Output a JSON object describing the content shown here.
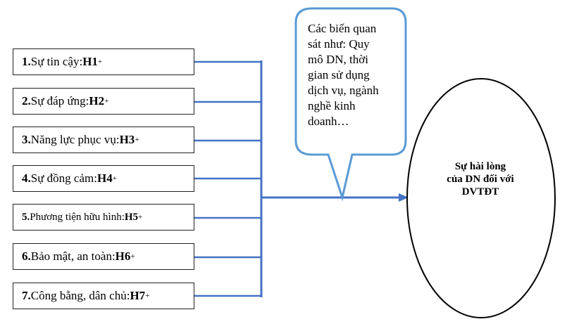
{
  "factors": [
    {
      "num": "1.",
      "label": " Sự tin cậy: ",
      "code": "H1",
      "sign": "+"
    },
    {
      "num": "2.",
      "label": " Sự đáp ứng: ",
      "code": "H2",
      "sign": "+"
    },
    {
      "num": "3.",
      "label": " Năng lực phục vụ: ",
      "code": "H3",
      "sign": "+"
    },
    {
      "num": "4.",
      "label": " Sự đồng cảm: ",
      "code": "H4",
      "sign": "+"
    },
    {
      "num": "5.",
      "label": " Phương tiện hữu hình: ",
      "code": "H5",
      "sign": "+"
    },
    {
      "num": "6.",
      "label": " Bảo mật, an toàn: ",
      "code": "H6",
      "sign": "+"
    },
    {
      "num": "7.",
      "label": " Công bằng, dân chủ: ",
      "code": "H7",
      "sign": "+"
    }
  ],
  "callout": {
    "lines": [
      "Các biến quan",
      "sát như: Quy",
      "mô DN, thời",
      "gian sử dụng",
      "dịch vụ, ngành",
      "nghề kinh",
      "doanh…"
    ]
  },
  "outcome": {
    "lines": [
      "Sự hài lòng",
      "của DN đối với",
      "DVTĐT"
    ]
  },
  "colors": {
    "connector": "#4472C4",
    "callout_border": "#5B9BD5",
    "ellipse_border": "#000000"
  }
}
